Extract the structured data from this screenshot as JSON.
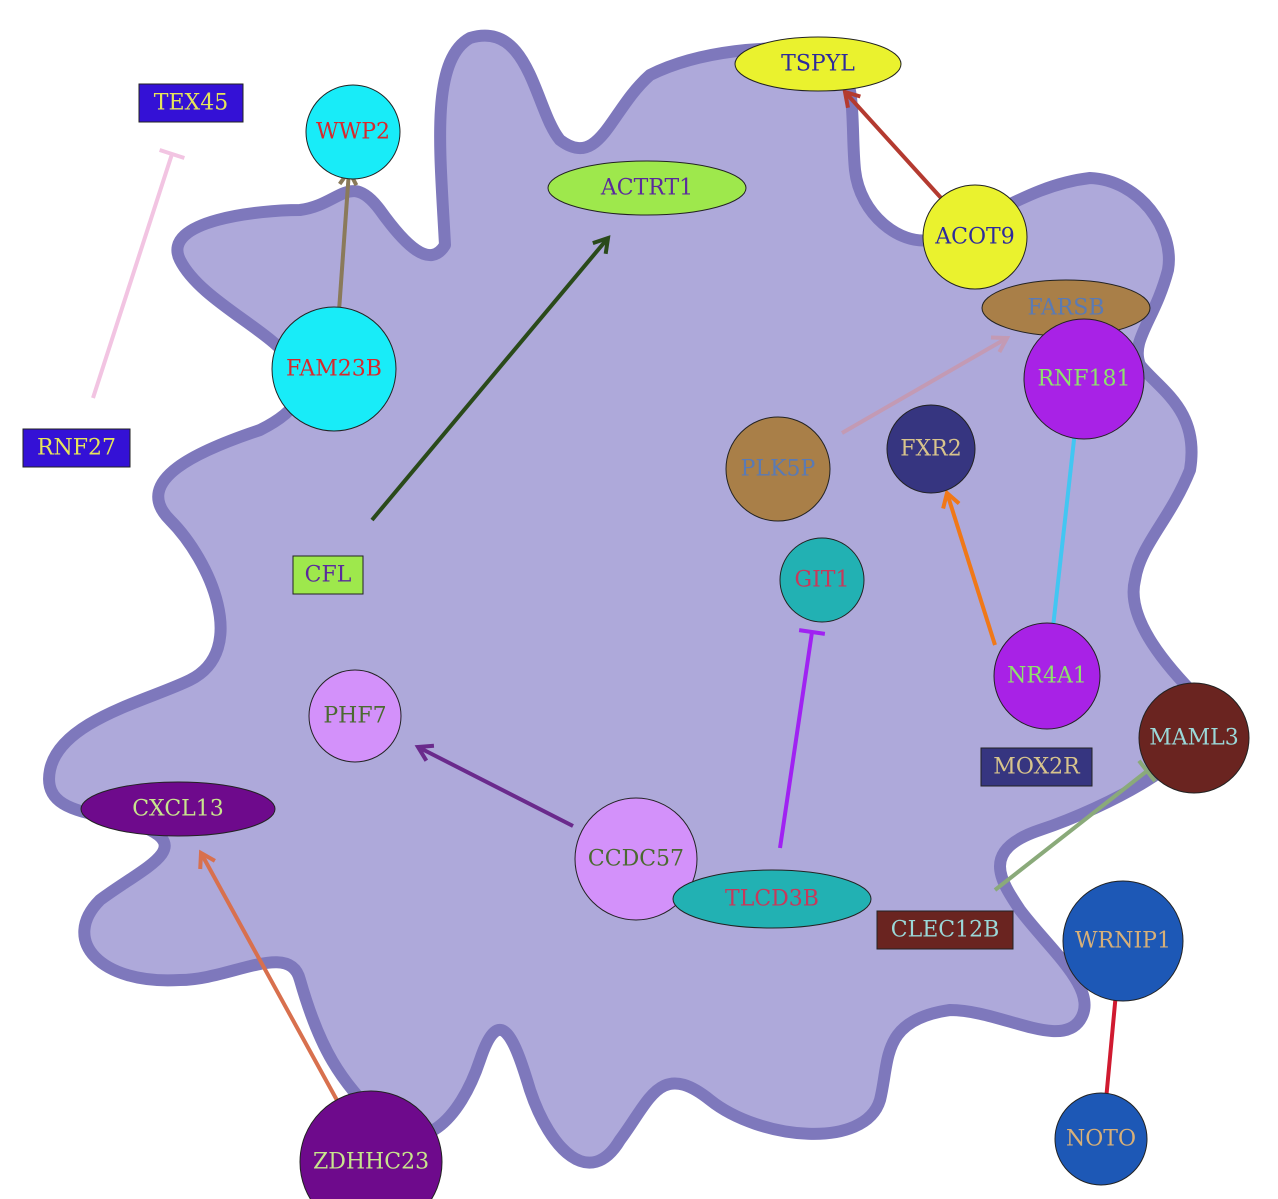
{
  "colors": {
    "cell_fill": "#aea9da",
    "cell_stroke": "#7e78bc",
    "background": "#ffffff"
  },
  "nodes": [
    {
      "id": "TEX45",
      "label": "TEX45",
      "shape": "rect",
      "fill": "#3411d6",
      "text": "#e6e65a"
    },
    {
      "id": "WWP2",
      "label": "WWP2",
      "shape": "circle",
      "fill": "#18ecf8",
      "text": "#d8282c"
    },
    {
      "id": "TSPYL",
      "label": "TSPYL",
      "shape": "ellipse",
      "fill": "#eaf22e",
      "text": "#2e2a9c"
    },
    {
      "id": "ACTRT1",
      "label": "ACTRT1",
      "shape": "ellipse",
      "fill": "#9ee84c",
      "text": "#5a2a9c"
    },
    {
      "id": "ACOT9",
      "label": "ACOT9",
      "shape": "circle",
      "fill": "#eaf22e",
      "text": "#2e2a9c"
    },
    {
      "id": "FARSB",
      "label": "FARSB",
      "shape": "ellipse",
      "fill": "#a97f48",
      "text": "#5a7ab4"
    },
    {
      "id": "RNF181",
      "label": "RNF181",
      "shape": "circle",
      "fill": "#a822e6",
      "text": "#8ee26c"
    },
    {
      "id": "FAM23B",
      "label": "FAM23B",
      "shape": "circle",
      "fill": "#18ecf8",
      "text": "#d8282c"
    },
    {
      "id": "RNF27",
      "label": "RNF27",
      "shape": "rect",
      "fill": "#3411d6",
      "text": "#e6e65a"
    },
    {
      "id": "PLK5P",
      "label": "PLK5P",
      "shape": "circle",
      "fill": "#a97f48",
      "text": "#5a7ab4"
    },
    {
      "id": "FXR2",
      "label": "FXR2",
      "shape": "circle",
      "fill": "#363580",
      "text": "#d8c48c"
    },
    {
      "id": "CFL",
      "label": "CFL",
      "shape": "rect",
      "fill": "#9ee84c",
      "text": "#5a2a9c"
    },
    {
      "id": "GIT1",
      "label": "GIT1",
      "shape": "circle",
      "fill": "#22b1b3",
      "text": "#c8385a"
    },
    {
      "id": "NR4A1",
      "label": "NR4A1",
      "shape": "circle",
      "fill": "#a822e6",
      "text": "#8ee26c"
    },
    {
      "id": "PHF7",
      "label": "PHF7",
      "shape": "circle",
      "fill": "#d391fa",
      "text": "#4a6a30"
    },
    {
      "id": "MAML3",
      "label": "MAML3",
      "shape": "circle",
      "fill": "#6a2420",
      "text": "#9ad8d8"
    },
    {
      "id": "MOX2R",
      "label": "MOX2R",
      "shape": "rect",
      "fill": "#363580",
      "text": "#d8c48c"
    },
    {
      "id": "CXCL13",
      "label": "CXCL13",
      "shape": "ellipse",
      "fill": "#6e0a8c",
      "text": "#c8e68c"
    },
    {
      "id": "CCDC57",
      "label": "CCDC57",
      "shape": "circle",
      "fill": "#d391fa",
      "text": "#4a6a30"
    },
    {
      "id": "TLCD3B",
      "label": "TLCD3B",
      "shape": "ellipse",
      "fill": "#22b1b3",
      "text": "#c8385a"
    },
    {
      "id": "CLEC12B",
      "label": "CLEC12B",
      "shape": "rect",
      "fill": "#6a2420",
      "text": "#9ad8d8"
    },
    {
      "id": "WRNIP1",
      "label": "WRNIP1",
      "shape": "circle",
      "fill": "#1d58b6",
      "text": "#d8b078"
    },
    {
      "id": "NOTO",
      "label": "NOTO",
      "shape": "circle",
      "fill": "#1d58b6",
      "text": "#d8b078"
    },
    {
      "id": "ZDHHC23",
      "label": "ZDHHC23",
      "shape": "circle",
      "fill": "#6e0a8c",
      "text": "#c8e68c"
    }
  ],
  "edges": [
    {
      "from": "RNF27",
      "to": "TEX45",
      "type": "inhibition",
      "color": "#f2c4e2"
    },
    {
      "from": "FAM23B",
      "to": "WWP2",
      "type": "activation",
      "color": "#8a7a5a"
    },
    {
      "from": "ACOT9",
      "to": "TSPYL",
      "type": "activation",
      "color": "#b43a30"
    },
    {
      "from": "CFL",
      "to": "ACTRT1",
      "type": "activation",
      "color": "#2a4a1a"
    },
    {
      "from": "PLK5P",
      "to": "FARSB",
      "type": "activation",
      "color": "#c39ab4"
    },
    {
      "from": "NR4A1",
      "to": "RNF181",
      "type": "activation",
      "color": "#42c6f2"
    },
    {
      "from": "NR4A1",
      "to": "FXR2",
      "type": "activation",
      "color": "#f07818"
    },
    {
      "from": "TLCD3B",
      "to": "GIT1",
      "type": "inhibition",
      "color": "#a022f2"
    },
    {
      "from": "CCDC57",
      "to": "PHF7",
      "type": "activation",
      "color": "#6a2a8c"
    },
    {
      "from": "CLEC12B",
      "to": "MAML3",
      "type": "inhibition",
      "color": "#8aaa7a"
    },
    {
      "from": "ZDHHC23",
      "to": "CXCL13",
      "type": "activation",
      "color": "#d8704e"
    },
    {
      "from": "NOTO",
      "to": "WRNIP1",
      "type": "inhibition",
      "color": "#d01a30"
    }
  ]
}
